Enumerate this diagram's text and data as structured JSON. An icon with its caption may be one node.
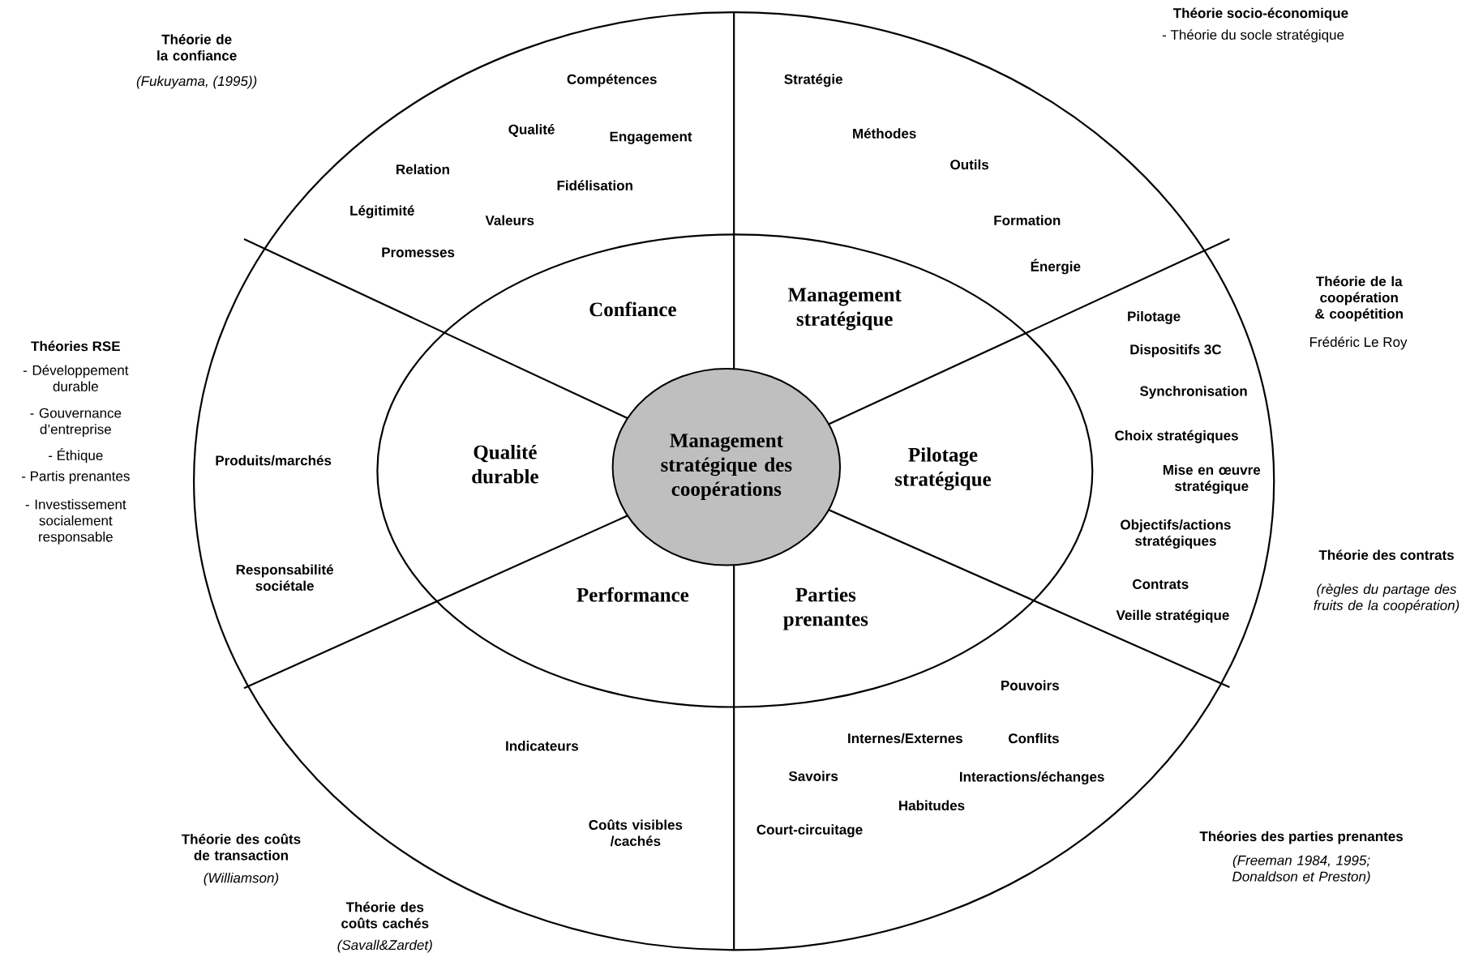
{
  "diagram": {
    "nodes": [
      {
        "text": [
          "Management stratégique des coopérations"
        ]
      }
    ],
    "labels": [
      "Théorie de la confiance",
      "(Fukuyama, (1995))",
      "Théorie socio-économique",
      "- Théorie du socle stratégique",
      "Compétences",
      "Qualité",
      "Engagement",
      "Relation",
      "Fidélisation",
      "Légitimité",
      "Valeurs",
      "Promesses",
      "Stratégie",
      "Méthodes",
      "Outils",
      "Formation",
      "Énergie",
      "Confiance",
      "Management stratégique",
      "Théorie de la coopération & coopétition",
      "Frédéric Le Roy",
      "Pilotage",
      "Dispositifs 3C",
      "Synchronisation",
      "Théories RSE",
      "- Développement durable",
      "- Gouvernance d’entreprise",
      "- Éthique",
      "- Partis prenantes",
      "- Investissement socialement responsable",
      "Choix stratégiques",
      "Produits/marchés",
      "Qualité durable",
      "Pilotage stratégique",
      "Mise en œuvre stratégique",
      "Objectifs/actions stratégiques",
      "Théorie des contrats",
      "(règles du partage des fruits de la coopération)",
      "Responsabilité sociétale",
      "Performance",
      "Parties prenantes",
      "Contrats",
      "Veille stratégique",
      "Pouvoirs",
      "Indicateurs",
      "Internes/Externes",
      "Conflits",
      "Savoirs",
      "Interactions/échanges",
      "Habitudes",
      "Coûts visibles /cachés",
      "Court-circuitage",
      "Théories des parties prenantes",
      "(Freeman 1984, 1995; Donaldson et Preston)",
      "Théorie des coûts de transaction",
      "(Williamson)",
      "Théorie des coûts cachés",
      "(Savall&Zardet)"
    ]
  }
}
